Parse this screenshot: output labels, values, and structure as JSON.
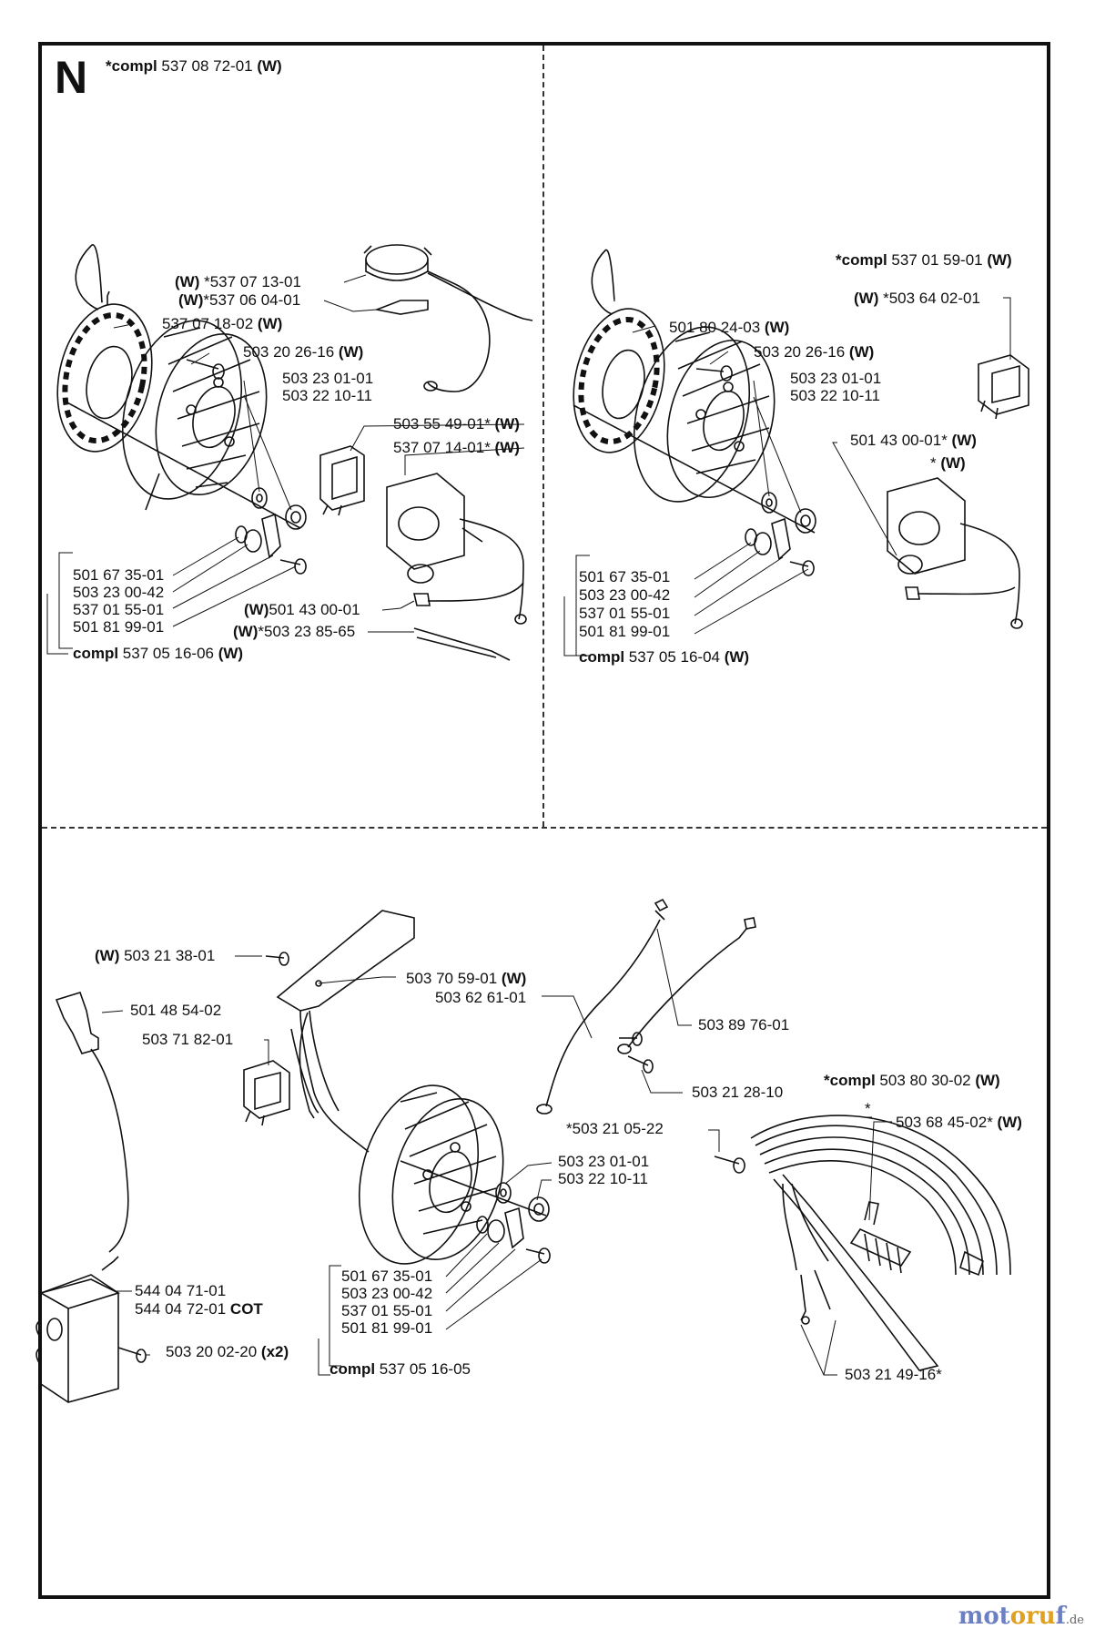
{
  "section_letter": "N",
  "watermark": {
    "part1": "mot",
    "part2": "oru",
    "part3": "f",
    "tld": ".de"
  },
  "panel_top_left": {
    "header": {
      "pre": "*compl",
      "num": " 537 08 72-01 ",
      "suf": "(W)"
    },
    "labels": [
      {
        "pre": "(W)",
        "num": " *537 07 13-01",
        "suf": ""
      },
      {
        "pre": "(W)",
        "num": "*537 06 04-01",
        "suf": ""
      },
      {
        "pre": "",
        "num": "537 07 18-02 ",
        "suf": "(W)"
      },
      {
        "pre": "",
        "num": "503 20 26-16 ",
        "suf": "(W)"
      },
      {
        "pre": "",
        "num": "503 23 01-01",
        "suf": ""
      },
      {
        "pre": "",
        "num": "503 22 10-11",
        "suf": ""
      },
      {
        "pre": "",
        "num": "503 55 49-01* ",
        "suf": "(W)"
      },
      {
        "pre": "",
        "num": "537 07 14-01* ",
        "suf": "(W)"
      },
      {
        "pre": "",
        "num": "501 67 35-01",
        "suf": ""
      },
      {
        "pre": "",
        "num": "503 23 00-42",
        "suf": ""
      },
      {
        "pre": "",
        "num": "537 01 55-01",
        "suf": ""
      },
      {
        "pre": "",
        "num": "501 81 99-01",
        "suf": ""
      },
      {
        "pre": "(W)",
        "num": "501 43 00-01",
        "suf": ""
      },
      {
        "pre": "(W)",
        "num": "*503 23 85-65",
        "suf": ""
      },
      {
        "pre": "compl",
        "num": " 537 05 16-06 ",
        "suf": "(W)"
      }
    ]
  },
  "panel_top_right": {
    "header": {
      "pre": "*compl",
      "num": " 537 01 59-01 ",
      "suf": "(W)"
    },
    "labels": [
      {
        "pre": "(W)",
        "num": " *503 64 02-01",
        "suf": ""
      },
      {
        "pre": "",
        "num": "501 80 24-03 ",
        "suf": "(W)"
      },
      {
        "pre": "",
        "num": "503 20 26-16 ",
        "suf": "(W)"
      },
      {
        "pre": "",
        "num": "503 23 01-01",
        "suf": ""
      },
      {
        "pre": "",
        "num": "503 22 10-11",
        "suf": ""
      },
      {
        "pre": "",
        "num": "501 43 00-01* ",
        "suf": "(W)"
      },
      {
        "pre": "",
        "num": "* ",
        "suf": "(W)"
      },
      {
        "pre": "",
        "num": "501 67 35-01",
        "suf": ""
      },
      {
        "pre": "",
        "num": "503 23 00-42",
        "suf": ""
      },
      {
        "pre": "",
        "num": "537 01 55-01",
        "suf": ""
      },
      {
        "pre": "",
        "num": "501 81 99-01",
        "suf": ""
      },
      {
        "pre": "compl",
        "num": " 537 05 16-04 ",
        "suf": "(W)"
      }
    ]
  },
  "panel_bottom": {
    "labels": [
      {
        "pre": "(W)",
        "num": " 503 21 38-01",
        "suf": ""
      },
      {
        "pre": "",
        "num": "503 70 59-01 ",
        "suf": "(W)"
      },
      {
        "pre": "",
        "num": "503 62 61-01",
        "suf": ""
      },
      {
        "pre": "",
        "num": "501 48 54-02",
        "suf": ""
      },
      {
        "pre": "",
        "num": "503 71 82-01",
        "suf": ""
      },
      {
        "pre": "",
        "num": "503 89 76-01",
        "suf": ""
      },
      {
        "pre": "",
        "num": "503 21 28-10",
        "suf": ""
      },
      {
        "pre": "*compl",
        "num": " 503 80 30-02 ",
        "suf": "(W)"
      },
      {
        "pre": "",
        "num": "*",
        "suf": ""
      },
      {
        "pre": "",
        "num": "503 68 45-02* ",
        "suf": "(W)"
      },
      {
        "pre": "",
        "num": "*503 21 05-22",
        "suf": ""
      },
      {
        "pre": "",
        "num": "503 23 01-01",
        "suf": ""
      },
      {
        "pre": "",
        "num": "503 22 10-11",
        "suf": ""
      },
      {
        "pre": "",
        "num": "544 04 71-01",
        "suf": ""
      },
      {
        "pre": "",
        "num": "544 04 72-01 ",
        "suf": "COT"
      },
      {
        "pre": "",
        "num": "503 20 02-20 ",
        "suf": "(x2)"
      },
      {
        "pre": "",
        "num": "501 67 35-01",
        "suf": ""
      },
      {
        "pre": "",
        "num": "503 23 00-42",
        "suf": ""
      },
      {
        "pre": "",
        "num": "537 01 55-01",
        "suf": ""
      },
      {
        "pre": "",
        "num": "501 81 99-01",
        "suf": ""
      },
      {
        "pre": "compl",
        "num": " 537 05 16-05",
        "suf": ""
      },
      {
        "pre": "",
        "num": "503 21 49-16*",
        "suf": ""
      }
    ]
  }
}
